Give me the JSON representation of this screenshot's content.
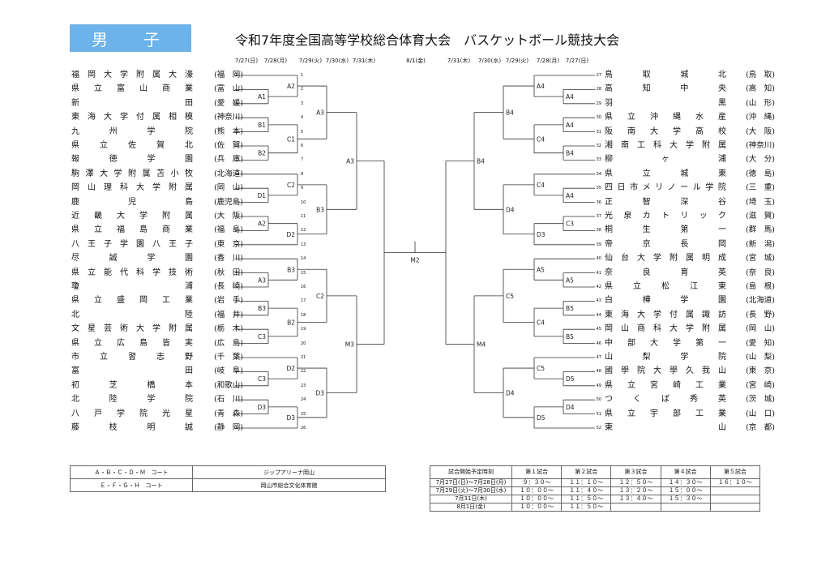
{
  "header": {
    "gender": "男　子",
    "title": "令和7年度全国高等学校総合体育大会　バスケットボール競技大会"
  },
  "dates": {
    "left": [
      "7/27(日)",
      "7/28(月)",
      "7/29(火)",
      "7/30(水)",
      "7/31(木)"
    ],
    "center": "8/1(金)",
    "right": [
      "7/31(木)",
      "7/30(水)",
      "7/29(火)",
      "7/28(月)",
      "7/27(日)"
    ]
  },
  "teams_left": [
    {
      "seed": "1",
      "name": "福岡大学附属大濠",
      "pref": "(福　岡)"
    },
    {
      "seed": "2",
      "name": "県立富山商業",
      "pref": "(富　山)"
    },
    {
      "seed": "3",
      "name": "新田",
      "pref": "(愛　媛)"
    },
    {
      "seed": "4",
      "name": "東海大学付属相模",
      "pref": "(神奈川)"
    },
    {
      "seed": "5",
      "name": "九州学院",
      "pref": "(熊　本)"
    },
    {
      "seed": "6",
      "name": "県立佐賀北",
      "pref": "(佐　賀)"
    },
    {
      "seed": "7",
      "name": "報徳学園",
      "pref": "(兵　庫)"
    },
    {
      "seed": "8",
      "name": "駒澤大学附属苫小牧",
      "pref": "(北海道)"
    },
    {
      "seed": "9",
      "name": "岡山理科大学附属",
      "pref": "(岡　山)"
    },
    {
      "seed": "10",
      "name": "鹿児島",
      "pref": "(鹿児島)"
    },
    {
      "seed": "11",
      "name": "近畿大学附属",
      "pref": "(大　阪)"
    },
    {
      "seed": "12",
      "name": "県立福島商業",
      "pref": "(福　島)"
    },
    {
      "seed": "13",
      "name": "八王子学園八王子",
      "pref": "(東　京)"
    },
    {
      "seed": "14",
      "name": "尽誠学園",
      "pref": "(香　川)"
    },
    {
      "seed": "15",
      "name": "県立能代科学技術",
      "pref": "(秋　田)"
    },
    {
      "seed": "16",
      "name": "瓊浦",
      "pref": "(長　崎)"
    },
    {
      "seed": "17",
      "name": "県立盛岡工業",
      "pref": "(岩　手)"
    },
    {
      "seed": "18",
      "name": "北陸",
      "pref": "(福　井)"
    },
    {
      "seed": "19",
      "name": "文星芸術大学附属",
      "pref": "(栃　木)"
    },
    {
      "seed": "20",
      "name": "県立広島皆実",
      "pref": "(広　島)"
    },
    {
      "seed": "21",
      "name": "市立習志野",
      "pref": "(千　葉)"
    },
    {
      "seed": "22",
      "name": "富田",
      "pref": "(岐　阜)"
    },
    {
      "seed": "23",
      "name": "初芝橋本",
      "pref": "(和歌山)"
    },
    {
      "seed": "24",
      "name": "北陸学院",
      "pref": "(石　川)"
    },
    {
      "seed": "25",
      "name": "八戸学院光星",
      "pref": "(青　森)"
    },
    {
      "seed": "26",
      "name": "藤枝明誠",
      "pref": "(静　岡)"
    }
  ],
  "teams_right": [
    {
      "seed": "27",
      "name": "鳥取城北",
      "pref": "(鳥　取)"
    },
    {
      "seed": "28",
      "name": "高知中央",
      "pref": "(高　知)"
    },
    {
      "seed": "29",
      "name": "羽黒",
      "pref": "(山　形)"
    },
    {
      "seed": "30",
      "name": "県立沖縄水産",
      "pref": "(沖　縄)"
    },
    {
      "seed": "31",
      "name": "阪南大学高校",
      "pref": "(大　阪)"
    },
    {
      "seed": "32",
      "name": "湘南工科大学附属",
      "pref": "(神奈川)"
    },
    {
      "seed": "33",
      "name": "柳ヶ浦",
      "pref": "(大　分)"
    },
    {
      "seed": "34",
      "name": "県立城東",
      "pref": "(徳　島)"
    },
    {
      "seed": "35",
      "name": "四日市メリノール学院",
      "pref": "(三　重)"
    },
    {
      "seed": "36",
      "name": "正智深谷",
      "pref": "(埼　玉)"
    },
    {
      "seed": "37",
      "name": "光泉カトリック",
      "pref": "(滋　賀)"
    },
    {
      "seed": "38",
      "name": "桐生第一",
      "pref": "(群　馬)"
    },
    {
      "seed": "39",
      "name": "帝京長岡",
      "pref": "(新　潟)"
    },
    {
      "seed": "40",
      "name": "仙台大学附属明成",
      "pref": "(宮　城)"
    },
    {
      "seed": "41",
      "name": "奈良育英",
      "pref": "(奈　良)"
    },
    {
      "seed": "42",
      "name": "県立松江東",
      "pref": "(島　根)"
    },
    {
      "seed": "43",
      "name": "白樺学園",
      "pref": "(北海道)"
    },
    {
      "seed": "44",
      "name": "東海大学付属諏訪",
      "pref": "(長　野)"
    },
    {
      "seed": "45",
      "name": "岡山商科大学附属",
      "pref": "(岡　山)"
    },
    {
      "seed": "46",
      "name": "中部大学第一",
      "pref": "(愛　知)"
    },
    {
      "seed": "47",
      "name": "山梨学院",
      "pref": "(山　梨)"
    },
    {
      "seed": "48",
      "name": "國學院大學久我山",
      "pref": "(東　京)"
    },
    {
      "seed": "49",
      "name": "県立宮崎工業",
      "pref": "(宮　崎)"
    },
    {
      "seed": "50",
      "name": "つくば秀英",
      "pref": "(茨　城)"
    },
    {
      "seed": "51",
      "name": "県立宇部工業",
      "pref": "(山　口)"
    },
    {
      "seed": "52",
      "name": "東山",
      "pref": "(京　都)"
    }
  ],
  "bracket_labels": {
    "left": [
      {
        "text": "A1"
      },
      {
        "text": "A2"
      },
      {
        "text": "B1"
      },
      {
        "text": "B2"
      },
      {
        "text": "C1"
      },
      {
        "text": "A3"
      },
      {
        "text": "D1"
      },
      {
        "text": "C2"
      },
      {
        "text": "A2"
      },
      {
        "text": "D2"
      },
      {
        "text": "B3"
      },
      {
        "text": "A3"
      },
      {
        "text": "A3"
      },
      {
        "text": "B3"
      },
      {
        "text": "B3"
      },
      {
        "text": "C3"
      },
      {
        "text": "B2"
      },
      {
        "text": "C2"
      },
      {
        "text": "C3"
      },
      {
        "text": "D2"
      },
      {
        "text": "D3"
      },
      {
        "text": "D3"
      },
      {
        "text": "D3"
      },
      {
        "text": "M3"
      }
    ],
    "right": [
      {
        "text": "A4"
      },
      {
        "text": "A4"
      },
      {
        "text": "A4"
      },
      {
        "text": "B4"
      },
      {
        "text": "C4"
      },
      {
        "text": "B4"
      },
      {
        "text": "A4"
      },
      {
        "text": "C4"
      },
      {
        "text": "C3"
      },
      {
        "text": "D3"
      },
      {
        "text": "D4"
      },
      {
        "text": "B4"
      },
      {
        "text": "A5"
      },
      {
        "text": "A5"
      },
      {
        "text": "B5"
      },
      {
        "text": "B5"
      },
      {
        "text": "C4"
      },
      {
        "text": "C5"
      },
      {
        "text": "D5"
      },
      {
        "text": "C5"
      },
      {
        "text": "D4"
      },
      {
        "text": "D5"
      },
      {
        "text": "D4"
      },
      {
        "text": "M4"
      }
    ],
    "final": "M2"
  },
  "venues": [
    {
      "courts": "Ａ・Ｂ・Ｃ・Ｄ・Ｍ　コート",
      "place": "ジップアリーナ岡山"
    },
    {
      "courts": "Ｅ・Ｆ・Ｇ・Ｈ　コート",
      "place": "岡山市総合文化体育館"
    }
  ],
  "schedule": {
    "headers": [
      "試合開始予定時刻",
      "第１試合",
      "第２試合",
      "第３試合",
      "第４試合",
      "第５試合"
    ],
    "rows": [
      [
        "7月27日(日)～7月28日(月)",
        "９：３０～",
        "１１：１０～",
        "１２：５０～",
        "１４：３０～",
        "１６：１０～"
      ],
      [
        "7月29日(火)～7月30日(水)",
        "１０：００～",
        "１１：４０～",
        "１３：２０～",
        "１５：００～",
        ""
      ],
      [
        "7月31日(木)",
        "１０：００～",
        "１１：５０～",
        "１３：４０～",
        "１５：３０～",
        ""
      ],
      [
        "8月1日(金)",
        "１０：００～",
        "１１：５０～",
        "",
        "",
        " "
      ]
    ]
  }
}
